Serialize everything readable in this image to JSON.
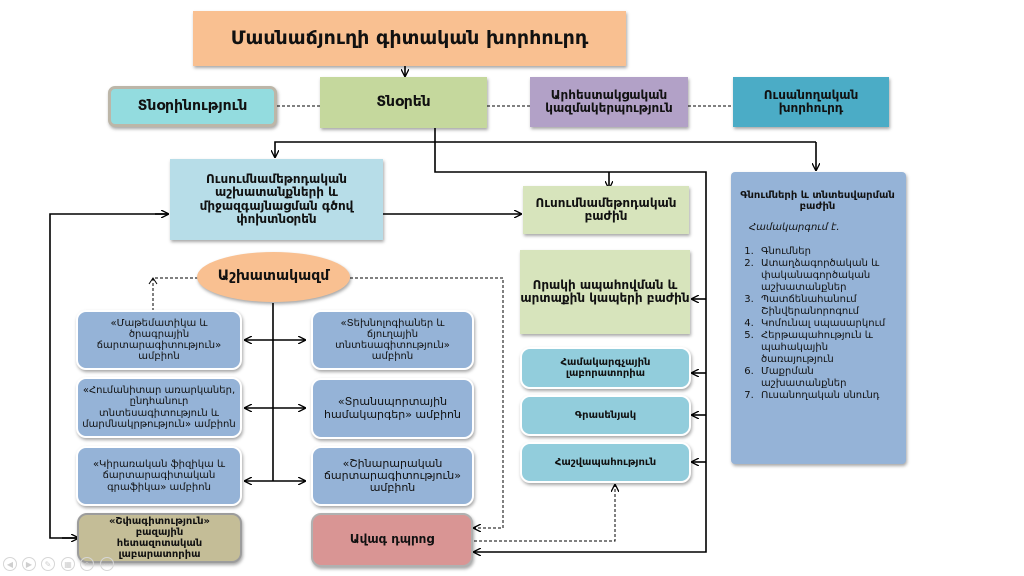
{
  "title": "Մասնաճյուղի գիտական խորհուրդ",
  "top_row": {
    "management": "Տնօրինություն",
    "director": "Տնօրեն",
    "union": "Արհեստակցական կազմակերպություն",
    "student_council": "Ուսանողական խորհուրդ"
  },
  "deputy": "Ուսումնամեթոդական աշխատանքների և միջազգայնացման գծով փոխտնօրեն",
  "academic_dept": "Ուսումնամեթոդական բաժին",
  "quality_dept": "Որակի ապահովման և արտաքին կապերի բաժին",
  "staff": "Աշխատակազմ",
  "chairs_left": [
    "«Մաթեմատիկա և ծրագրային ճարտարագիտություն» ամբիոն",
    "«Հումանիտար առարկաներ, ընդհանուր տնտեսագիտություն և մարմնակրթություն» ամբիոն",
    "«Կիրառական ֆիզիկա և ճարտարագիտական գրաֆիկա» ամբիոն"
  ],
  "chairs_right": [
    "«Տեխնոլոգիաներ և ճյուղային տնտեսագիտություն» ամբիոն",
    "«Տրանսպորտային համակարգեր» ամբիոն",
    "«Շինարարական ճարտարագիտություն» ամբիոն"
  ],
  "lab": "«Շփագիտություն» բազային հետազոտական լաբարատորիա",
  "senior_school": "Ավագ դպրոց",
  "services": [
    "Համակարգչային լաբորատորիա",
    "Գրասենյակ",
    "Հաշվապահություն"
  ],
  "procurement": {
    "title": "Գնումների և տնտեսվարման բաժին",
    "subtitle": "Համակարգում է.",
    "items": [
      "Գնումներ",
      "Ատաղձագործական և փականագործական աշխատանքներ",
      "Պատճենահանում Շինվերանորոգում",
      "Կոմունալ սպասարկում",
      "Հերթապահություն և պահակային ծառայություն",
      "Մաքրման աշխատանքներ",
      "Ուսանողական սնունդ"
    ]
  },
  "colors": {
    "title_bg": "#f9c091",
    "management_bg": "#93dcdf",
    "director_bg": "#c5d89d",
    "union_bg": "#b2a1c7",
    "student_council_bg": "#4bacc6",
    "deputy_bg": "#b7dde8",
    "dept_bg": "#d7e4bc",
    "staff_bg": "#f9c091",
    "chair_bg": "#95b3d7",
    "lab_bg": "#c4bd97",
    "school_bg": "#d99594",
    "service_bg": "#92cddc",
    "procurement_bg": "#95b3d7"
  },
  "nav_icons": [
    "previous-icon",
    "next-icon",
    "pen-icon",
    "slides-icon",
    "zoom-icon",
    "menu-icon"
  ]
}
